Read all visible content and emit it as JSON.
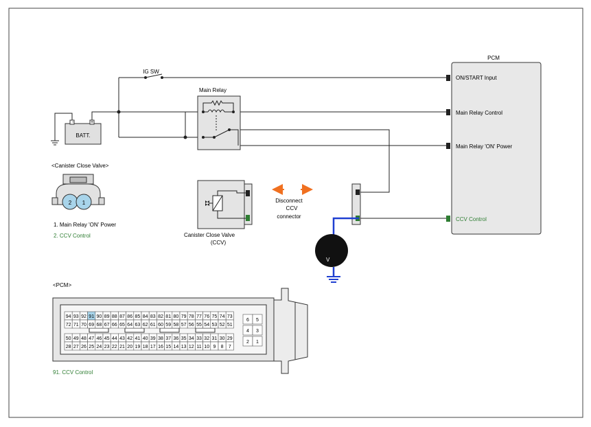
{
  "frame": {},
  "battery": {
    "label": "BATT.",
    "neg": "-",
    "pos": "+"
  },
  "ig_switch": {
    "label": "IG SW"
  },
  "main_relay": {
    "label": "Main Relay"
  },
  "pcm": {
    "title": "PCM",
    "pins": {
      "on_start": "ON/START Input",
      "relay_control": "Main Relay Control",
      "relay_on_power": "Main Relay 'ON' Power",
      "ccv_control": "CCV Control"
    }
  },
  "ccv": {
    "name_line1": "Canister Close Valve",
    "name_line2": "(CCV)"
  },
  "disconnect": {
    "line1": "Disconnect",
    "line2": "CCV",
    "line3": "connector"
  },
  "voltmeter": {
    "label": "V"
  },
  "connector_view": {
    "title": "<Canister Close Valve>",
    "pin_labels": [
      "2",
      "1"
    ],
    "legend": [
      "1. Main Relay 'ON' Power",
      "2. CCV Control"
    ]
  },
  "pcm_connector": {
    "title": "<PCM>",
    "row1": [
      "94",
      "93",
      "92",
      "91",
      "90",
      "89",
      "88",
      "87",
      "86",
      "85",
      "84",
      "83",
      "82",
      "81",
      "80",
      "79",
      "78",
      "77",
      "76",
      "75",
      "74",
      "73"
    ],
    "row2": [
      "72",
      "71",
      "70",
      "69",
      "68",
      "67",
      "66",
      "65",
      "64",
      "63",
      "62",
      "61",
      "60",
      "59",
      "58",
      "57",
      "56",
      "55",
      "54",
      "53",
      "52",
      "51"
    ],
    "row3": [
      "50",
      "49",
      "48",
      "47",
      "46",
      "45",
      "44",
      "43",
      "42",
      "41",
      "40",
      "39",
      "38",
      "37",
      "36",
      "35",
      "34",
      "33",
      "32",
      "31",
      "30",
      "29"
    ],
    "row4": [
      "28",
      "27",
      "26",
      "25",
      "24",
      "23",
      "22",
      "21",
      "20",
      "19",
      "18",
      "17",
      "16",
      "15",
      "14",
      "13",
      "12",
      "11",
      "10",
      "9",
      "8",
      "7"
    ],
    "small_pins": [
      [
        "6",
        "5"
      ],
      [
        "4",
        "3"
      ],
      [
        "2",
        "1"
      ]
    ],
    "highlight_pin": "91",
    "legend": "91. CCV Control"
  },
  "colors": {
    "wire": "#222222",
    "ground_wire": "#1f3fd1",
    "accent_green": "#2e7d32",
    "arrow_orange": "#f07020",
    "pin_highlight": "#a8d4ea",
    "pcm_fill": "#e8e8e8"
  }
}
